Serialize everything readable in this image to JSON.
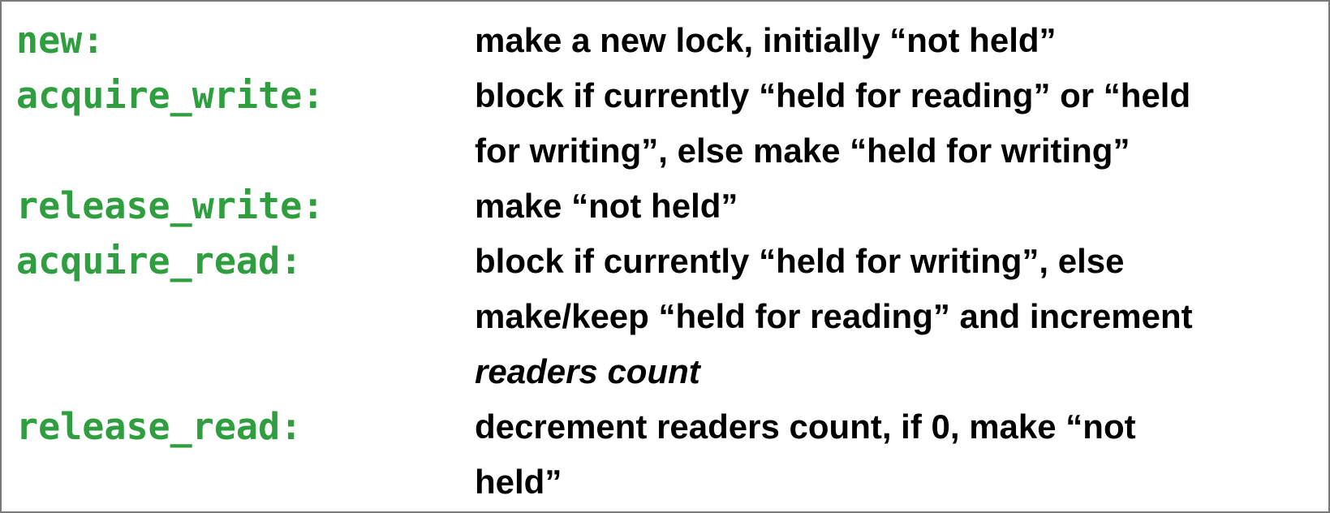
{
  "operations": [
    {
      "name": "new:",
      "lines": [
        "make a new lock, initially “not held”"
      ]
    },
    {
      "name": "acquire_write:",
      "lines": [
        "block if currently “held for reading” or “held",
        "for writing”, else make “held for writing”"
      ]
    },
    {
      "name": "release_write:",
      "lines": [
        "make “not held”"
      ]
    },
    {
      "name": "acquire_read:",
      "lines": [
        "block if currently “held for writing”, else",
        "make/keep “held for reading” and increment"
      ],
      "italic_line": "readers count"
    },
    {
      "name": "release_read:",
      "lines": [
        "decrement readers count, if 0, make “not",
        "held”"
      ]
    }
  ],
  "colors": {
    "op_name": "#2e9e3e",
    "text": "#000000",
    "border": "#7a7a7a"
  }
}
